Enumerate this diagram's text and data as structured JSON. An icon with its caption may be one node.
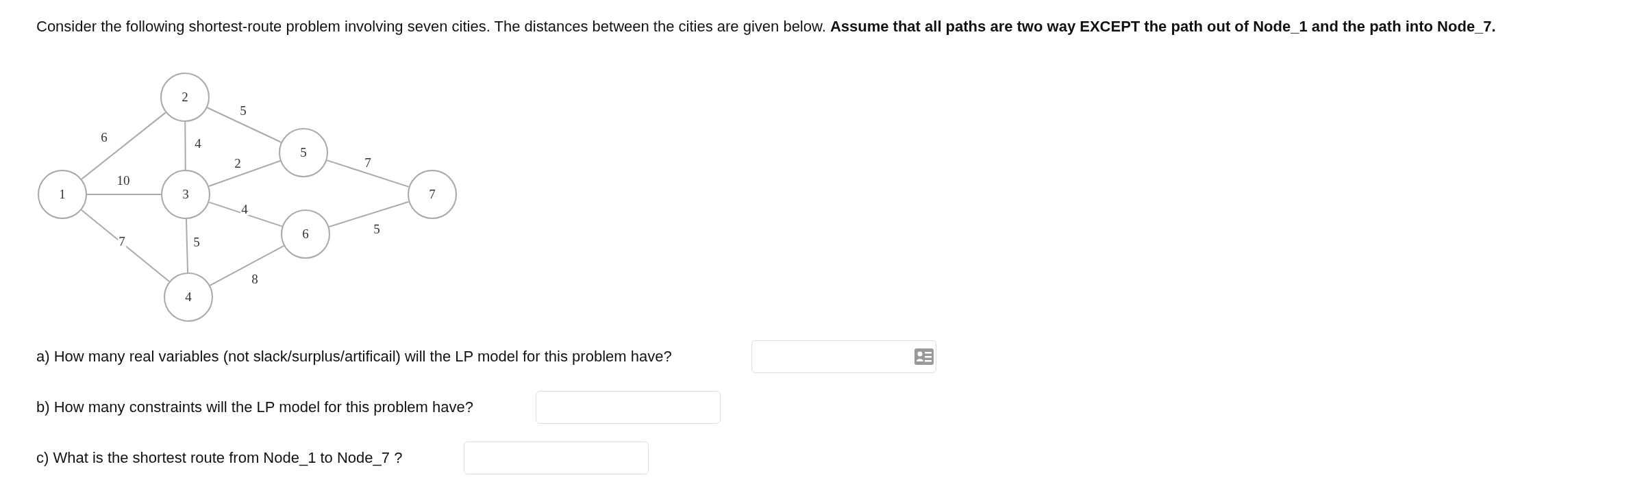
{
  "diagram": {
    "nodes": [
      {
        "text": [
          "1"
        ]
      },
      {
        "text": [
          "2"
        ]
      },
      {
        "text": [
          "3"
        ]
      },
      {
        "text": [
          "4"
        ]
      },
      {
        "text": [
          "5"
        ]
      },
      {
        "text": [
          "6"
        ]
      },
      {
        "text": [
          "7"
        ]
      }
    ],
    "edges": [
      {
        "from": 0,
        "to": 1,
        "arrow": "none",
        "label": "6"
      },
      {
        "from": 0,
        "to": 2,
        "arrow": "none",
        "label": "10"
      },
      {
        "from": 0,
        "to": 3,
        "arrow": "none",
        "label": "7"
      },
      {
        "from": 1,
        "to": 2,
        "arrow": "none",
        "label": "4"
      },
      {
        "from": 1,
        "to": 4,
        "arrow": "none",
        "label": "5"
      },
      {
        "from": 2,
        "to": 4,
        "arrow": "none",
        "label": "2"
      },
      {
        "from": 2,
        "to": 5,
        "arrow": "none",
        "label": "4"
      },
      {
        "from": 2,
        "to": 3,
        "arrow": "none",
        "label": "5"
      },
      {
        "from": 3,
        "to": 5,
        "arrow": "none",
        "label": "8"
      },
      {
        "from": 4,
        "to": 6,
        "arrow": "none",
        "label": "7"
      },
      {
        "from": 5,
        "to": 6,
        "arrow": "none",
        "label": "5"
      }
    ],
    "labels": [
      "Consider the following shortest-route problem involving seven cities. The distances between the cities are given below. **Assume that all paths are two way EXCEPT the path out of Node_1 and the path into Node_7.**",
      "a) How many real variables (not slack/surplus/artificail) will the LP model for this problem have?",
      "b) How many constraints will the LP model for this problem have?",
      "c)  What is the shortest route from Node_1 to Node_7 ?"
    ]
  }
}
